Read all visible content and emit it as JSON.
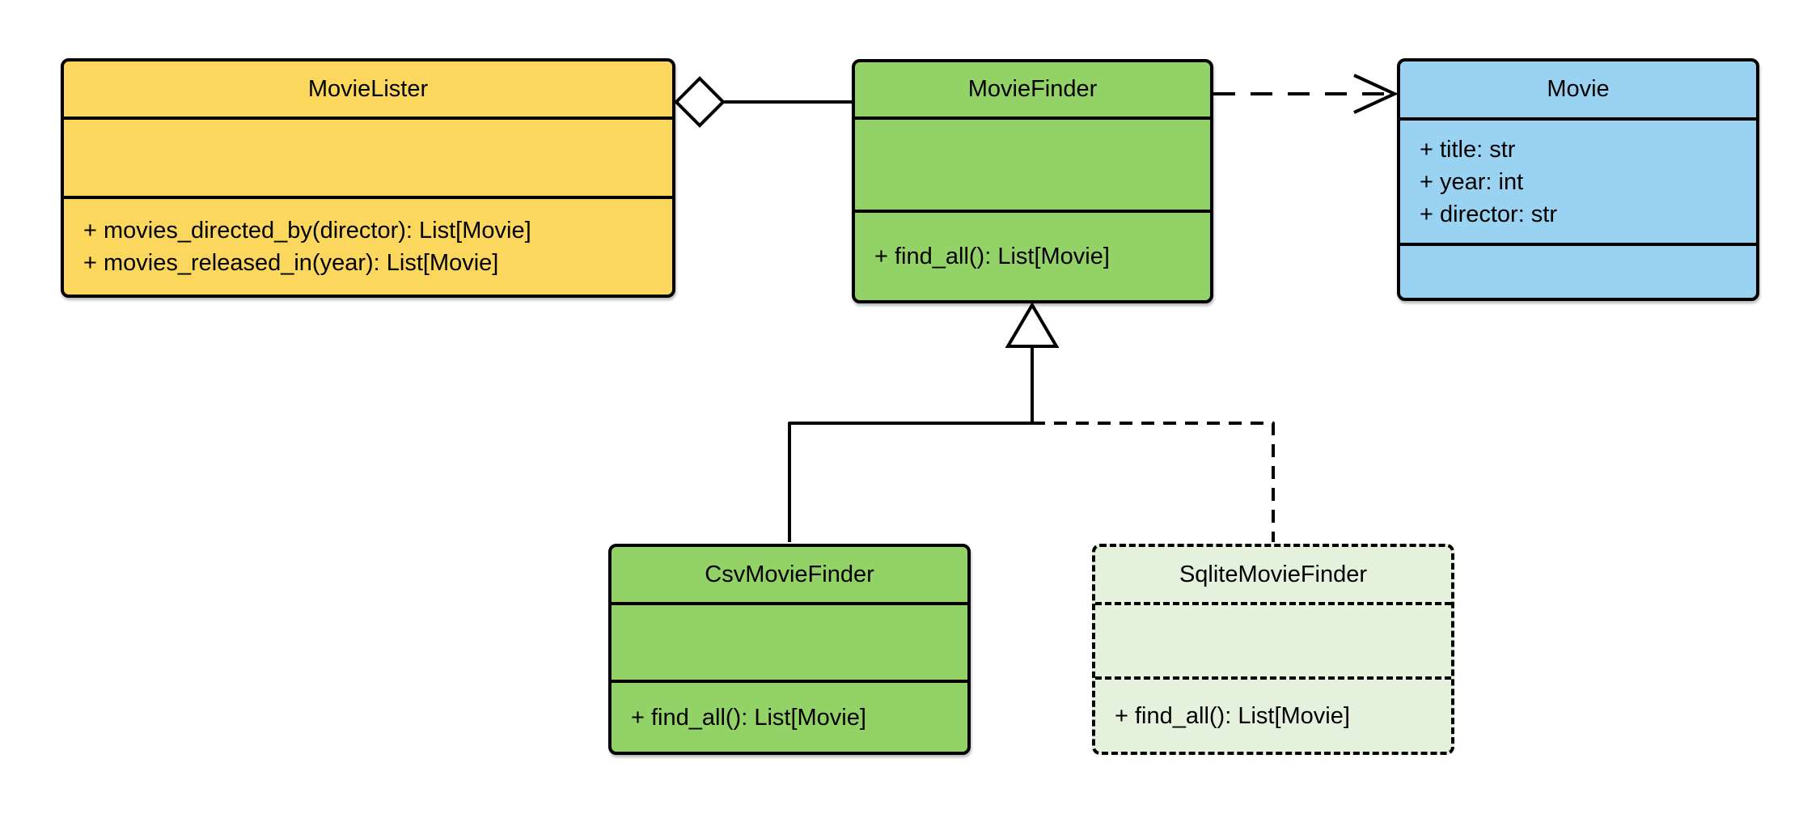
{
  "diagram_type": "uml-class-diagram",
  "colors": {
    "movielister_fill": "#FBD75E",
    "finder_green_fill": "#92D266",
    "movie_blue_fill": "#9AD3F2",
    "sqlite_pale_green_fill": "#E4F1DC",
    "line_color": "#000000",
    "canvas_background": "#FFFFFF"
  },
  "classes": {
    "movielister": {
      "name": "MovieLister",
      "attributes": [],
      "methods": [
        "+ movies_directed_by(director): List[Movie]",
        "+ movies_released_in(year): List[Movie]"
      ]
    },
    "moviefinder": {
      "name": "MovieFinder",
      "attributes": [],
      "methods": [
        "+ find_all(): List[Movie]"
      ]
    },
    "movie": {
      "name": "Movie",
      "attributes": [
        "+ title: str",
        "+ year: int",
        "+ director: str"
      ],
      "methods": []
    },
    "csvmoviefinder": {
      "name": "CsvMovieFinder",
      "attributes": [],
      "methods": [
        "+ find_all(): List[Movie]"
      ]
    },
    "sqlitemoviefinder": {
      "name": "SqliteMovieFinder",
      "attributes": [],
      "methods": [
        "+ find_all(): List[Movie]"
      ]
    }
  },
  "relationships": [
    {
      "type": "aggregation",
      "from": "MovieLister",
      "to": "MovieFinder",
      "style": "solid-hollow-diamond"
    },
    {
      "type": "dependency",
      "from": "MovieFinder",
      "to": "Movie",
      "style": "dashed-open-arrow"
    },
    {
      "type": "generalization",
      "from": "CsvMovieFinder",
      "to": "MovieFinder",
      "style": "solid-hollow-triangle"
    },
    {
      "type": "generalization",
      "from": "SqliteMovieFinder",
      "to": "MovieFinder",
      "style": "dashed-hollow-triangle"
    }
  ]
}
